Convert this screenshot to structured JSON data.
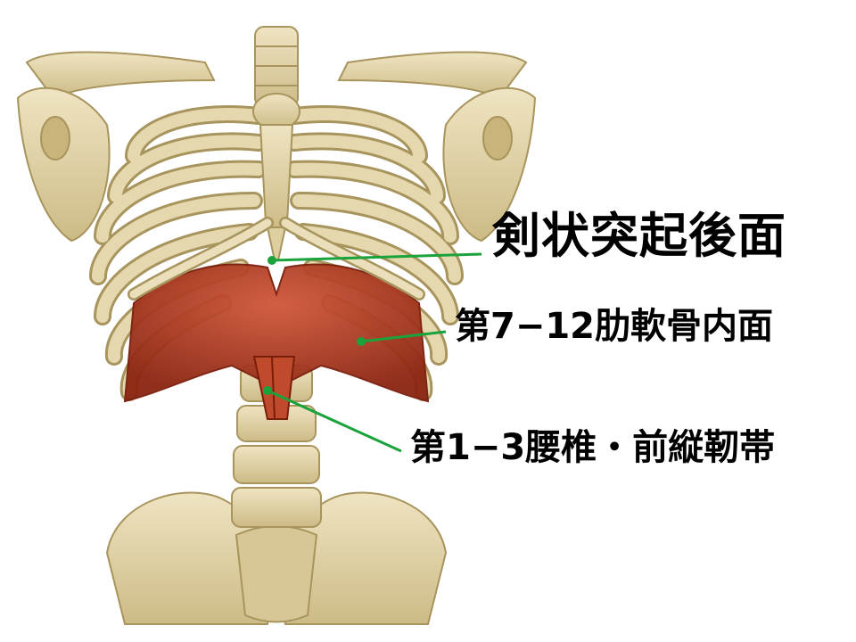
{
  "labels": {
    "xiphoid": "剣状突起後面",
    "ribs": "第7−12肋軟骨内面",
    "lumbar": "第1−3腰椎・前縦靭帯"
  },
  "colors": {
    "bone": "#d9c999",
    "bone_shadow": "#b9a56e",
    "bone_highlight": "#efe4c2",
    "muscle": "#b53a1e",
    "muscle_dark": "#8a2410",
    "leader": "#1aa33a",
    "text": "#000000"
  }
}
